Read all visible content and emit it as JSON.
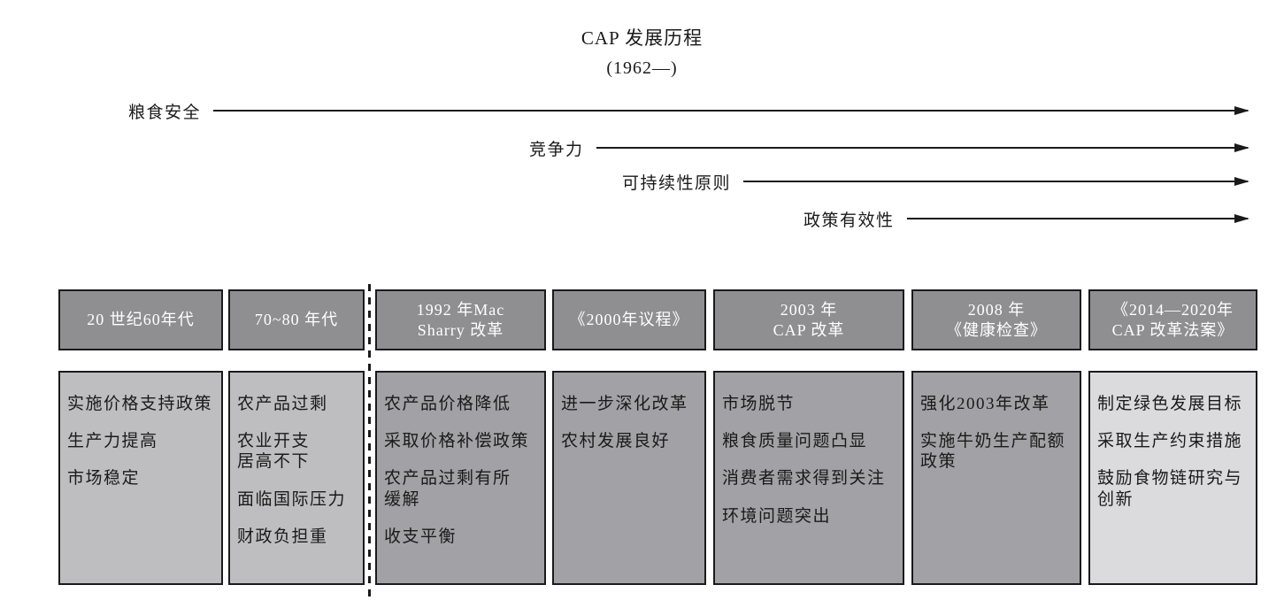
{
  "title": "CAP 发展历程",
  "subtitle": "(1962—)",
  "arrows": [
    {
      "label": "粮食安全"
    },
    {
      "label": "竞争力"
    },
    {
      "label": "可持续性原则"
    },
    {
      "label": "政策有效性"
    }
  ],
  "timeline": {
    "columns": [
      {
        "header": "20 世纪60年代",
        "items": [
          "实施价格支持政策",
          "生产力提高",
          "市场稳定"
        ]
      },
      {
        "header": "70~80 年代",
        "items": [
          "农产品过剩",
          "农业开支\n居高不下",
          "面临国际压力",
          "财政负担重"
        ]
      },
      {
        "header": "1992 年Mac\nSharry 改革",
        "items": [
          "农产品价格降低",
          "采取价格补偿政策",
          "农产品过剩有所\n缓解",
          "收支平衡"
        ]
      },
      {
        "header": "《2000年议程》",
        "items": [
          "进一步深化改革",
          "农村发展良好"
        ]
      },
      {
        "header": "2003 年\nCAP 改革",
        "items": [
          "市场脱节",
          "粮食质量问题凸显",
          "消费者需求得到关注",
          "环境问题突出"
        ]
      },
      {
        "header": "2008 年\n《健康检查》",
        "items": [
          "强化2003年改革",
          "实施牛奶生产配额\n政策"
        ]
      },
      {
        "header": "《2014—2020年\nCAP 改革法案》",
        "items": [
          "制定绿色发展目标",
          "采取生产约束措施",
          "鼓励食物链研究与\n创新"
        ]
      }
    ]
  },
  "colors": {
    "ink": "#1a1a1a",
    "header_bg": "#8f8f92",
    "header_text": "#ffffff",
    "body_light": "#bebec0",
    "body_mid": "#a1a1a6",
    "body_lightest": "#dbdbdd",
    "background": "#ffffff"
  }
}
